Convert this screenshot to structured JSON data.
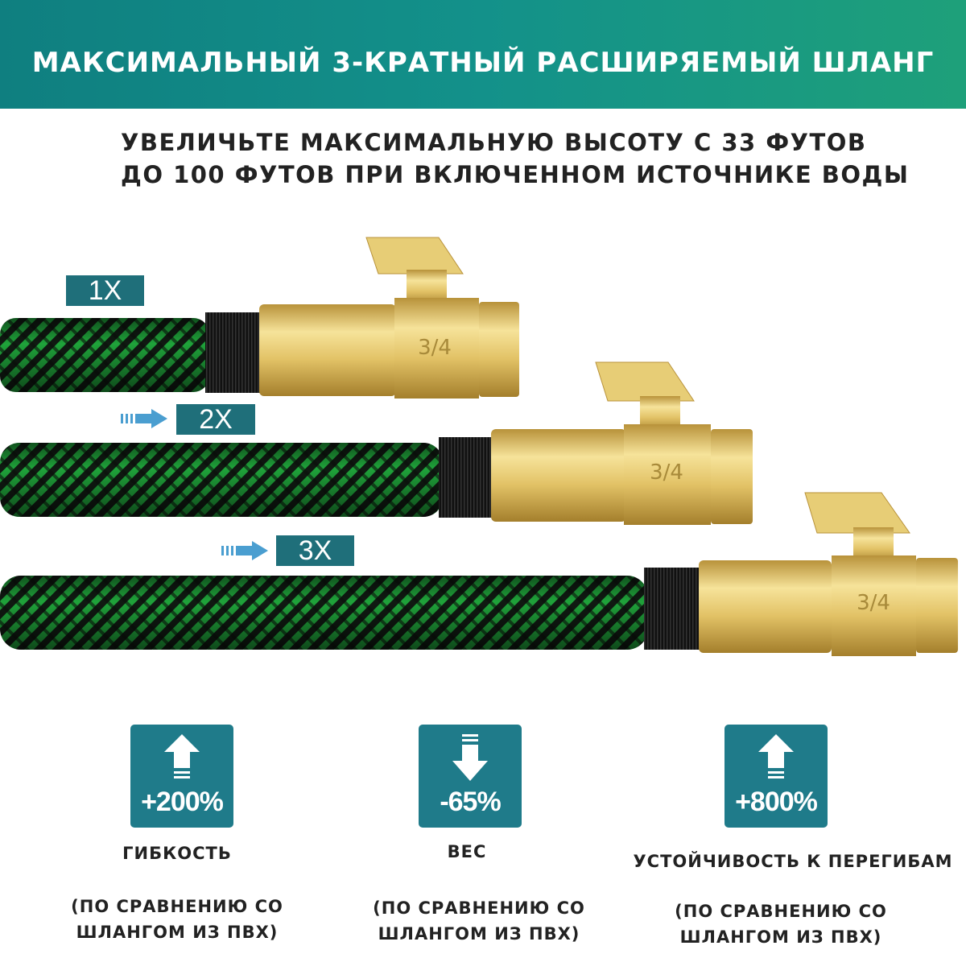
{
  "header": {
    "title": "МАКСИМАЛЬНЫЙ 3-КРАТНЫЙ РАСШИРЯЕМЫЙ ШЛАНГ"
  },
  "subtitle": {
    "line1": "УВЕЛИЧЬТЕ МАКСИМАЛЬНУЮ ВЫСОТУ С 33 ФУТОВ",
    "line2": "ДО 100 ФУТОВ ПРИ ВКЛЮЧЕННОМ ИСТОЧНИКЕ ВОДЫ"
  },
  "hoses": [
    {
      "tag": "1X",
      "valve_mark": "3/4"
    },
    {
      "tag": "2X",
      "valve_mark": "3/4"
    },
    {
      "tag": "3X",
      "valve_mark": "3/4"
    }
  ],
  "stats": [
    {
      "value": "+200%",
      "icon": "arrow-up-icon",
      "label": "ГИБКОСТЬ",
      "note1": "(ПО СРАВНЕНИЮ СО",
      "note2": "ШЛАНГОМ ИЗ ПВХ)"
    },
    {
      "value": "-65%",
      "icon": "arrow-down-icon",
      "label": "ВЕС",
      "note1": "(ПО СРАВНЕНИЮ СО",
      "note2": "ШЛАНГОМ ИЗ ПВХ)"
    },
    {
      "value": "+800%",
      "icon": "arrow-up-icon",
      "label": "УСТОЙЧИВОСТЬ К ПЕРЕГИБАМ",
      "note1": "(ПО СРАВНЕНИЮ СО",
      "note2": "ШЛАНГОМ ИЗ ПВХ)"
    }
  ],
  "colors": {
    "accent": "#1f7b8a",
    "header_start": "#0f7f80",
    "header_end": "#1ea07a",
    "hose_green": "#1fa33a",
    "brass": "#e0c46a"
  }
}
